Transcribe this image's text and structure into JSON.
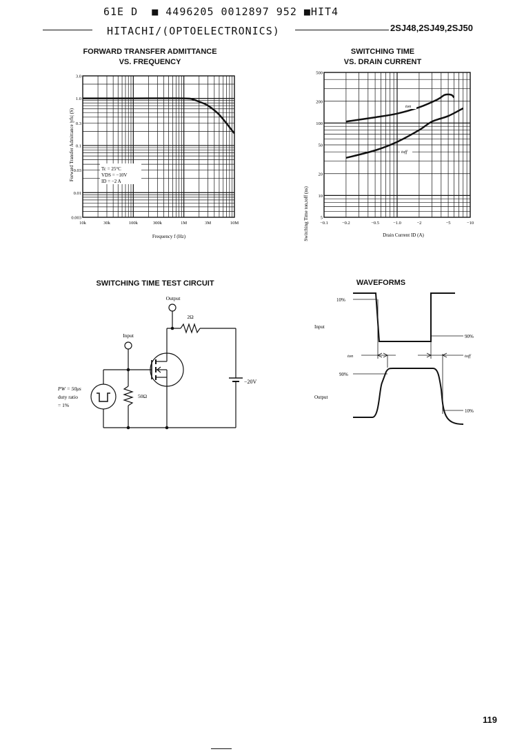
{
  "header": {
    "line1": "61E D  ■ 4496205 0012897 952 ■HIT4",
    "line2": "HITACHI/(OPTOELECTRONICS)",
    "part_numbers": "2SJ48,2SJ49,2SJ50"
  },
  "page_number": "119",
  "charts": {
    "admittance": {
      "title_line1": "FORWARD TRANSFER ADMITTANCE",
      "title_line2": "VS. FREQUENCY",
      "xlabel": "Frequency  f  (Hz)",
      "ylabel": "Forward Transfer Admittance |yfs| (S)",
      "conditions": [
        "Tc = 25°C",
        "VDS = −10V",
        "ID = −2 A"
      ]
    },
    "switching": {
      "title_line1": "SWITCHING TIME",
      "title_line2": "VS. DRAIN CURRENT",
      "xlabel": "Drain Current  ID  (A)",
      "ylabel": "Switching Time ton,toff (ns)",
      "series_labels": {
        "ton": "ton",
        "toff": "toff"
      }
    }
  },
  "chart_data": [
    {
      "type": "line",
      "title": "FORWARD TRANSFER ADMITTANCE VS. FREQUENCY",
      "xlabel": "Frequency f (Hz)",
      "ylabel": "Forward Transfer Admittance |yfs| (S)",
      "x_scale": "log",
      "y_scale": "log",
      "x_ticks": [
        "10k",
        "30k",
        "100k",
        "300k",
        "1M",
        "3M",
        "10M"
      ],
      "y_ticks": [
        "3.0",
        "1.0",
        "0.3",
        "0.1",
        "0.03",
        "0.01",
        "0.003"
      ],
      "xlim": [
        10000,
        10000000
      ],
      "ylim": [
        0.003,
        3.0
      ],
      "series": [
        {
          "x": [
            10000,
            100000,
            1000000,
            1500000,
            2000000,
            3000000,
            5000000,
            10000000
          ],
          "y": [
            1.0,
            1.0,
            1.0,
            0.95,
            0.85,
            0.7,
            0.45,
            0.18
          ]
        }
      ]
    },
    {
      "type": "line",
      "title": "SWITCHING TIME VS. DRAIN CURRENT",
      "xlabel": "Drain Current ID (A)",
      "ylabel": "Switching Time ton,toff (ns)",
      "x_scale": "log",
      "y_scale": "log",
      "x_ticks": [
        "−0.1",
        "−0.2",
        "−0.5",
        "−1.0",
        "−2",
        "−5",
        "−10"
      ],
      "y_ticks": [
        "500",
        "200",
        "100",
        "50",
        "20",
        "10",
        "5"
      ],
      "xlim": [
        0.1,
        10
      ],
      "ylim": [
        5,
        500
      ],
      "series": [
        {
          "name": "ton",
          "x": [
            0.2,
            0.5,
            1.0,
            2.0,
            3.5,
            4.5,
            5.5,
            6.0
          ],
          "y": [
            105,
            120,
            135,
            165,
            210,
            245,
            245,
            225
          ]
        },
        {
          "name": "toff",
          "x": [
            0.2,
            0.5,
            1.0,
            2.0,
            3.0,
            5.0,
            8.0
          ],
          "y": [
            33,
            42,
            55,
            80,
            105,
            125,
            160
          ]
        }
      ]
    }
  ],
  "circuit": {
    "title": "SWITCHING TIME TEST CIRCUIT",
    "output_label": "Output",
    "input_label": "Input",
    "load_resistor": "2Ω",
    "input_resistor": "50Ω",
    "supply": "−20V",
    "pulse_note": [
      "PW = 50μs",
      "duty ratio",
      "= 1%"
    ]
  },
  "waveforms": {
    "title": "WAVEFORMS",
    "input_label": "Input",
    "output_label": "Output",
    "labels": {
      "in10": "10%",
      "in90": "90%",
      "out90": "90%",
      "out10": "10%",
      "ton": "ton",
      "toff": "toff"
    }
  }
}
